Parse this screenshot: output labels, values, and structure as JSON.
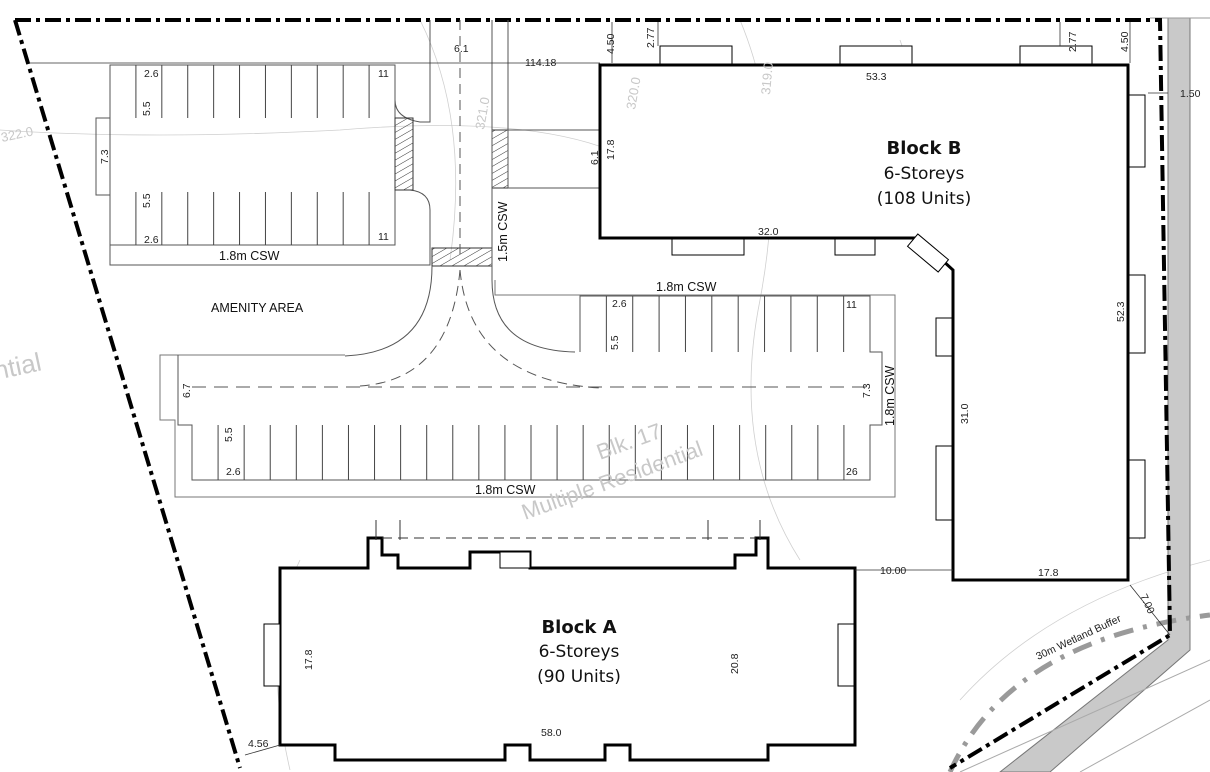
{
  "block_b": {
    "title": "Block B",
    "storeys": "6-Storeys",
    "units": "(108 Units)"
  },
  "block_a": {
    "title": "Block A",
    "storeys": "6-Storeys",
    "units": "(90 Units)"
  },
  "labels": {
    "amenity": "AMENITY AREA",
    "csw_north_lot": "1.8m CSW",
    "csw_mid": "1.8m CSW",
    "csw_south": "1.8m CSW",
    "csw_vertical_left": "1.5m CSW",
    "csw_vertical_right": "1.8m CSW",
    "watermark_blk": "Blk. 17",
    "watermark_use": "Multiple Residential",
    "watermark_edge": "ntial",
    "wetland": "30m Wetland Buffer"
  },
  "dimensions": {
    "d114_18": "114.18",
    "d6_1_top": "6.1",
    "d4_50_left": "4.50",
    "d2_77_left": "2.77",
    "d2_77_right": "2.77",
    "d4_50_right": "4.50",
    "d1_50": "1.50",
    "d53_3": "53.3",
    "d17_8_blockb": "17.8",
    "d6_1_mid": "6.1",
    "d32_0": "32.0",
    "d52_3": "52.3",
    "d31_0": "31.0",
    "d17_8_bottom": "17.8",
    "d10_00": "10.00",
    "d7_00": "7.00",
    "d17_8_blocka": "17.8",
    "d20_8": "20.8",
    "d58_0": "58.0",
    "d4_56": "4.56",
    "p2_6_a": "2.6",
    "p5_5_a": "5.5",
    "p7_3_a": "7.3",
    "p5_5_b": "5.5",
    "p2_6_b": "2.6",
    "p11_a": "11",
    "p11_b": "11",
    "p2_6_c": "2.6",
    "p5_5_c": "5.5",
    "p11_c": "11",
    "p6_7": "6.7",
    "p7_3_b": "7.3",
    "p5_5_d": "5.5",
    "p2_6_d": "2.6",
    "p26": "26"
  },
  "contours": {
    "c322": "322.0",
    "c320": "320.0",
    "c321": "321.0",
    "c319": "319.0"
  }
}
